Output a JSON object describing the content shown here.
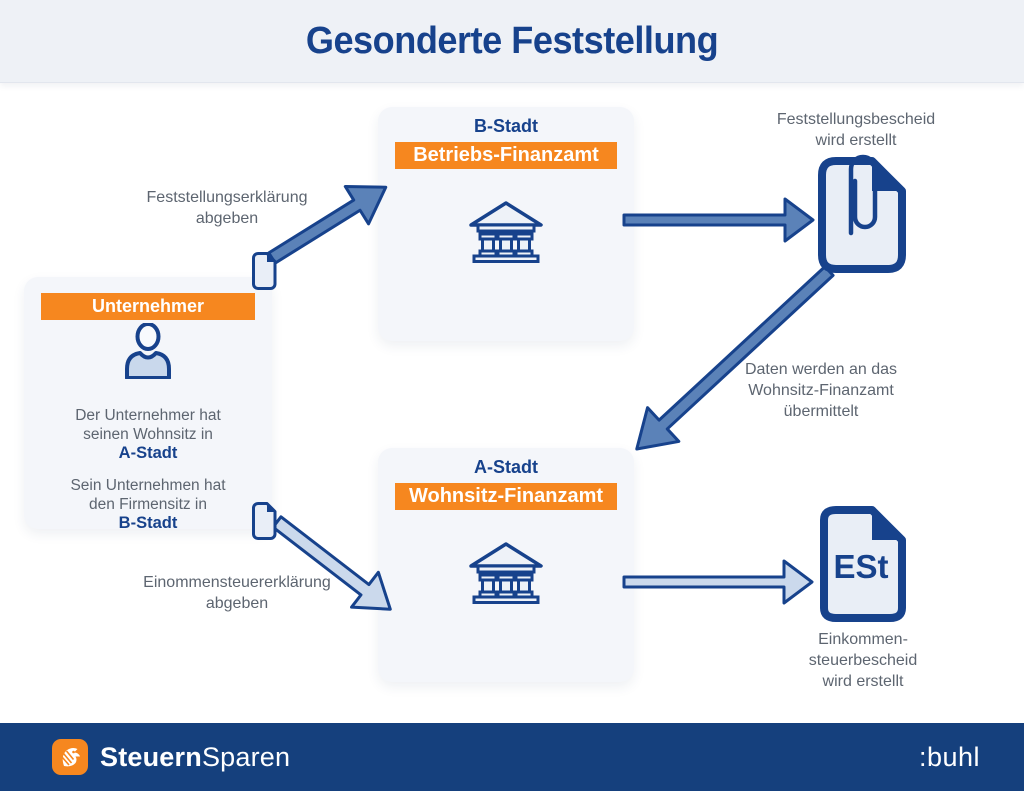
{
  "title": "Gesonderte Feststellung",
  "cards": {
    "entrepreneur": {
      "banner": "Unternehmer",
      "residence_text": "Der Unternehmer hat\nseinen Wohnsitz in",
      "residence_city": "A-Stadt",
      "company_text": "Sein Unternehmen hat\nden Firmensitz in",
      "company_city": "B-Stadt"
    },
    "company_tax_office": {
      "city": "B-Stadt",
      "banner": "Betriebs-Finanzamt"
    },
    "residence_tax_office": {
      "city": "A-Stadt",
      "banner": "Wohnsitz-Finanzamt"
    }
  },
  "labels": {
    "feststellungserklaerung": "Feststellungserklärung\nabgeben",
    "feststellungsbescheid": "Feststellungsbescheid\nwird erstellt",
    "daten_uebermittlung": "Daten werden an das\nWohnsitz-Finanzamt\nübermittelt",
    "einkommensteuererklaerung": "Einommensteuererklärung\nabgeben",
    "einkommensteuerbescheid": "Einkommen-\nsteuerbescheid\nwird erstellt"
  },
  "documents": {
    "est_badge": "ESt"
  },
  "footer": {
    "brand_bold": "Steuern",
    "brand_light": "Sparen",
    "partner": ":buhl"
  },
  "colors": {
    "primary_blue": "#17428c",
    "orange": "#f6871f",
    "arrow_blue": "#5b82b8",
    "arrow_light_blue": "#cbd9ec",
    "text_gray": "#5d6570",
    "footer_navy": "#15407d",
    "card_background": "#f4f6fa",
    "header_background": "#eef1f6"
  }
}
